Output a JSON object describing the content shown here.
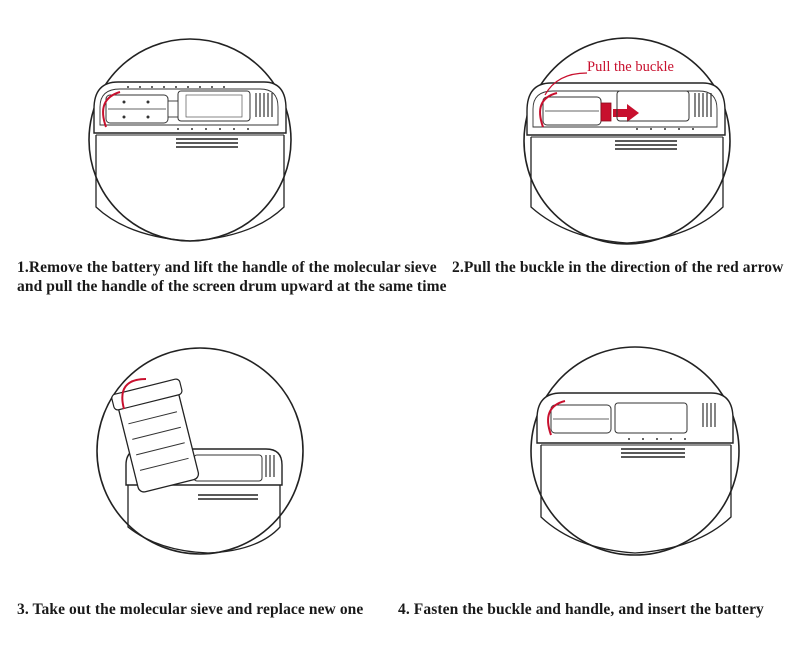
{
  "steps": [
    {
      "caption_line1": "1.Remove the battery and lift the handle of the molecular sieve",
      "caption_line2": "and pull the handle of the screen drum upward at the same time"
    },
    {
      "caption": "2.Pull the buckle in the direction of the red arrow",
      "callout": "Pull the buckle"
    },
    {
      "caption": "3.  Take out the molecular sieve and replace new one"
    },
    {
      "caption": "4. Fasten the buckle and handle, and insert the battery"
    }
  ],
  "colors": {
    "accent_red": "#c8102e",
    "line": "#1a1a1a"
  }
}
